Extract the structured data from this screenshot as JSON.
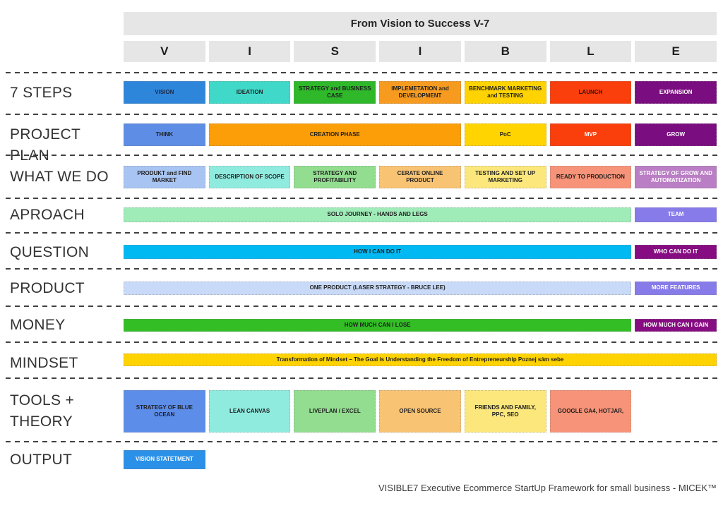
{
  "header": {
    "title": "From Vision to Success V-7",
    "cell_bg": "#E7E6E6",
    "letters": [
      "V",
      "I",
      "S",
      "I",
      "B",
      "L",
      "E"
    ]
  },
  "rows": [
    {
      "label": "7 STEPS",
      "cells": [
        {
          "label": "VISION",
          "bg": "#2E86DB",
          "fg": "#1F2A44"
        },
        {
          "label": "IDEATION",
          "bg": "#40D9C9",
          "fg": "#1F1F1F"
        },
        {
          "label": "STRATEGY and BUSINESS CASE",
          "bg": "#2EB82A",
          "fg": "#1F1F1F"
        },
        {
          "label": "IMPLEMETATION and DEVELOPMENT",
          "bg": "#F79B20",
          "fg": "#1F1F1F"
        },
        {
          "label": "BENCHMARK MARKETING and TESTING",
          "bg": "#FFD302",
          "fg": "#1F1F1F"
        },
        {
          "label": "LAUNCH",
          "bg": "#FA3E0C",
          "fg": "#33140A"
        },
        {
          "label": "EXPANSION",
          "bg": "#7A0D7F",
          "fg": "#FFFFFF"
        }
      ]
    },
    {
      "label": "PROJECT PLAN",
      "cells": [
        {
          "label": "THINK",
          "bg": "#5E8DE5",
          "fg": "#1F1F1F"
        },
        {
          "label": "CREATION PHASE",
          "bg": "#FB9E08",
          "fg": "#1F1F1F"
        },
        {
          "label": "PoC",
          "bg": "#FFD400",
          "fg": "#1F1F1F"
        },
        {
          "label": "MVP",
          "bg": "#FA3E0C",
          "fg": "#FFFFFF"
        },
        {
          "label": "GROW",
          "bg": "#7A0D7F",
          "fg": "#FFFFFF"
        }
      ]
    },
    {
      "label": "WHAT WE DO",
      "cells": [
        {
          "label": "PRODUKT and FIND MARKET",
          "bg": "#A7C4F2",
          "fg": "#1F1F1F"
        },
        {
          "label": "DESCRIPTION OF SCOPE",
          "bg": "#90EBDF",
          "fg": "#1F1F1F"
        },
        {
          "label": "STRATEGY AND PROFITABILITY",
          "bg": "#92DD8F",
          "fg": "#1F1F1F"
        },
        {
          "label": "CERATE ONLINE PRODUCT",
          "bg": "#F9C374",
          "fg": "#1F1F1F"
        },
        {
          "label": "TESTING AND SET UP MARKETING",
          "bg": "#FBE77C",
          "fg": "#1F1F1F"
        },
        {
          "label": "READY TO PRODUCTION",
          "bg": "#F79378",
          "fg": "#1F1F1F"
        },
        {
          "label": "STRATEGY OF GROW AND AUTOMATIZATION",
          "bg": "#B97EC3",
          "fg": "#FFFFFF"
        }
      ]
    },
    {
      "label": "APROACH",
      "cells": [
        {
          "label": "SOLO JOURNEY - HANDS AND LEGS",
          "bg": "#A0ECB9",
          "fg": "#1F1F1F"
        },
        {
          "label": "TEAM",
          "bg": "#877AE9",
          "fg": "#FFFFFF"
        }
      ]
    },
    {
      "label": "QUESTION",
      "cells": [
        {
          "label": "HOW I CAN DO IT",
          "bg": "#00B9F2",
          "fg": "#1F1F1F"
        },
        {
          "label": "WHO CAN DO IT",
          "bg": "#860C81",
          "fg": "#FFFFFF"
        }
      ]
    },
    {
      "label": "PRODUCT",
      "cells": [
        {
          "label": "ONE PRODUCT (LASER STRATEGY - BRUCE LEE)",
          "bg": "#C9DAF8",
          "fg": "#1F1F1F"
        },
        {
          "label": "MORE FEATURES",
          "bg": "#877AE9",
          "fg": "#FFFFFF"
        }
      ]
    },
    {
      "label": "MONEY",
      "cells": [
        {
          "label": "HOW MUCH CAN I LOSE",
          "bg": "#33BE26",
          "fg": "#1F1F1F"
        },
        {
          "label": "HOW MUCH CAN I GAIN",
          "bg": "#860C81",
          "fg": "#FFFFFF"
        }
      ]
    },
    {
      "label": "MINDSET",
      "cells": [
        {
          "label": "Transformation of Mindset – The Goal is Understanding the Freedom of Entrepreneurship Poznej sám sebe",
          "bg": "#FFD302",
          "fg": "#1F1F1F"
        }
      ]
    },
    {
      "label": "TOOLS + THEORY",
      "cells": [
        {
          "label": "STRATEGY OF BLUE OCEAN",
          "bg": "#5C8DE9",
          "fg": "#1F1F1F"
        },
        {
          "label": "LEAN CANVAS",
          "bg": "#90EBDF",
          "fg": "#1F1F1F"
        },
        {
          "label": "LIVEPLAN / EXCEL",
          "bg": "#92DD8F",
          "fg": "#1F1F1F"
        },
        {
          "label": "OPEN SOURCE",
          "bg": "#F9C374",
          "fg": "#1F1F1F"
        },
        {
          "label": "FRIENDS AND FAMILY, PPC, SEO",
          "bg": "#FBE77C",
          "fg": "#1F1F1F"
        },
        {
          "label": "GOOGLE GA4, HOTJAR,",
          "bg": "#F79378",
          "fg": "#1F1F1F"
        }
      ]
    },
    {
      "label": "OUTPUT",
      "cells": [
        {
          "label": "VISION STATETMENT",
          "bg": "#2B90E8",
          "fg": "#FFFFFF"
        }
      ]
    }
  ],
  "footer": {
    "caption": "VISIBLE7 Executive Ecommerce StartUp Framework for small business - MICEK™"
  }
}
